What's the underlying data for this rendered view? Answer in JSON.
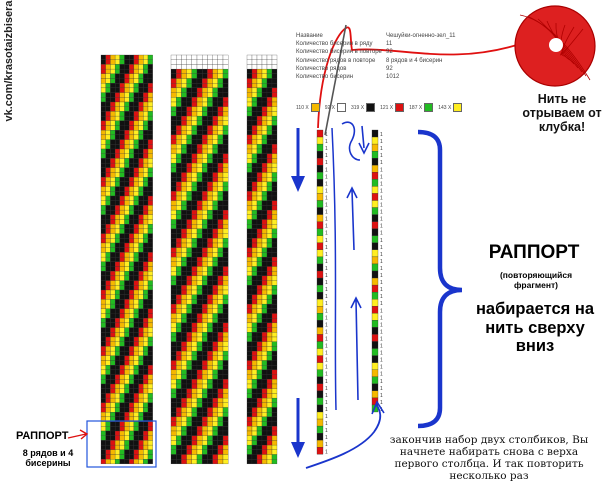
{
  "watermark": "vk.com/krasotaizbisera",
  "scheme_info": [
    {
      "label": "Название",
      "value": "Чешуйки-огненно-зел_11"
    },
    {
      "label": "Количество бисерин в ряду",
      "value": "11"
    },
    {
      "label": "Количество бисерин в повторе",
      "value": "92"
    },
    {
      "label": "Количество рядов в повторе",
      "value": "8 рядов и 4 бисерин"
    },
    {
      "label": "Количество рядов",
      "value": "92"
    },
    {
      "label": "Количество бисерин",
      "value": "1012"
    }
  ],
  "palette": [
    {
      "count": "110 X",
      "color": "#f5b800"
    },
    {
      "count": "92 X",
      "color": "#ffffff"
    },
    {
      "count": "319 X",
      "color": "#111111"
    },
    {
      "count": "121 X",
      "color": "#dd1111"
    },
    {
      "count": "187 X",
      "color": "#22bb22"
    },
    {
      "count": "143 X",
      "color": "#ffee22"
    }
  ],
  "yarn_note": "Нить не отрываем от клубка!",
  "rapport_title": "РАППОРТ",
  "rapport_subtitle": "(повторяющийся фрагмент)",
  "rapport_action": "набирается на нить сверху вниз",
  "left_label": "РАППОРТ",
  "left_sublabel": "8 рядов и 4 бисерины",
  "bottom_note": "закончив набор двух столбиков, Вы начнете набирать снова с верха первого столбца. И так повторить несколько раз",
  "column_numbers": "1",
  "colors": {
    "black": "#111111",
    "red": "#dd1111",
    "green": "#22bb22",
    "yellow": "#ffee22",
    "orange": "#f5b800",
    "white": "#ffffff",
    "blue": "#1a35cc",
    "thread": "#e01010"
  }
}
